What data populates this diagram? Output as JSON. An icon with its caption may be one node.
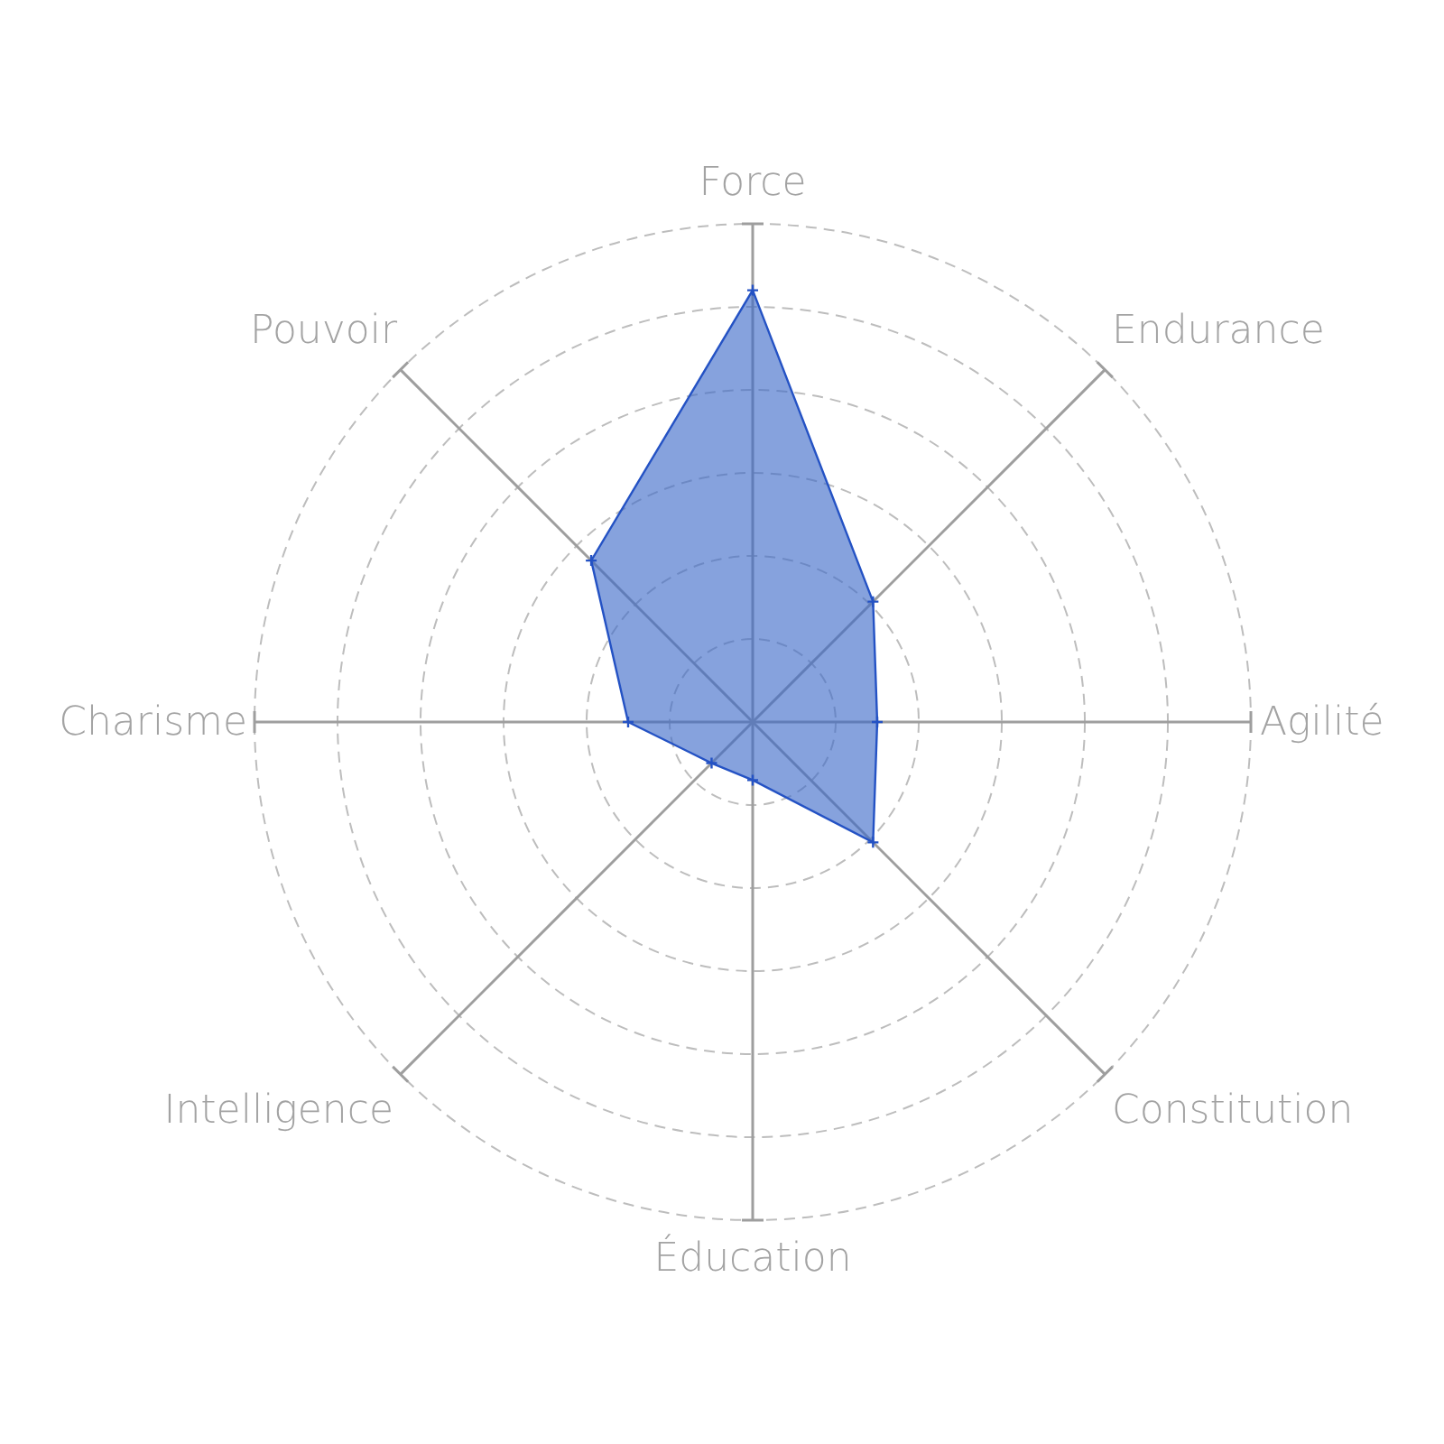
{
  "diagram": {
    "labels": [
      "Force",
      "Pouvoir",
      "Endurance",
      "Charisme",
      "Agilité",
      "Intelligence",
      "Constitution",
      "Éducation"
    ]
  }
}
